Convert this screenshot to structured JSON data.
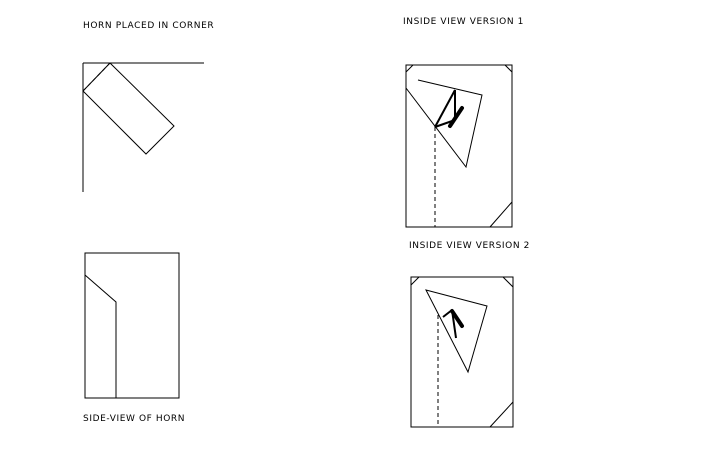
{
  "labels": {
    "horn_corner": "HORN PLACED IN CORNER",
    "inside_view_1": "INSIDE VIEW  VERSION 1",
    "inside_view_2": "INSIDE VIEW  VERSION 2",
    "side_view": "SIDE-VIEW OF HORN"
  },
  "colors": {
    "ink": "#000000",
    "background": "#ffffff"
  }
}
